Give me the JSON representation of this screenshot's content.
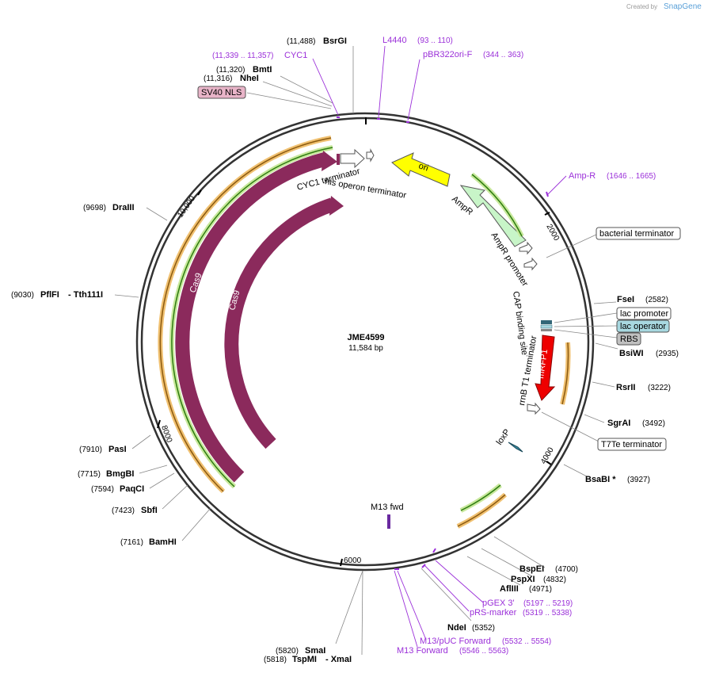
{
  "app": {
    "created_by": "Created by",
    "brand": "SnapGene"
  },
  "plasmid": {
    "name": "JME4599",
    "length_label": "11,584 bp"
  },
  "ticks": [
    "2000",
    "4000",
    "6000",
    "8000",
    "10,000"
  ],
  "enzymes": [
    {
      "name": "BsrGI",
      "pos": "(11,488)"
    },
    {
      "name": "BmtI",
      "pos": "(11,320)"
    },
    {
      "name": "NheI",
      "pos": "(11,316)"
    },
    {
      "name": "DraIII",
      "pos": "(9698)"
    },
    {
      "name": "PflFI",
      "extra": "- Tth111I",
      "pos": "(9030)"
    },
    {
      "name": "PasI",
      "pos": "(7910)"
    },
    {
      "name": "BmgBI",
      "pos": "(7715)"
    },
    {
      "name": "PaqCI",
      "pos": "(7594)"
    },
    {
      "name": "SbfI",
      "pos": "(7423)"
    },
    {
      "name": "BamHI",
      "pos": "(7161)"
    },
    {
      "name": "SmaI",
      "pos": "(5820)"
    },
    {
      "name": "TspMI",
      "extra": "- XmaI",
      "pos": "(5818)"
    },
    {
      "name": "NdeI",
      "pos": "(5352)"
    },
    {
      "name": "AflIII",
      "pos": "(4971)"
    },
    {
      "name": "PspXI",
      "pos": "(4832)"
    },
    {
      "name": "BspEI",
      "pos": "(4700)"
    },
    {
      "name": "BsaBI *",
      "pos": "(3927)"
    },
    {
      "name": "SgrAI",
      "pos": "(3492)"
    },
    {
      "name": "RsrII",
      "pos": "(3222)"
    },
    {
      "name": "BsiWI",
      "pos": "(2935)"
    },
    {
      "name": "FseI",
      "pos": "(2582)"
    }
  ],
  "primers": [
    {
      "name": "CYC1",
      "pos": "(11,339 .. 11,357)"
    },
    {
      "name": "L4440",
      "pos": "(93 .. 110)"
    },
    {
      "name": "pBR322ori-F",
      "pos": "(344 .. 363)"
    },
    {
      "name": "Amp-R",
      "pos": "(1646 .. 1665)"
    },
    {
      "name": "pGEX 3'",
      "pos": "(5197 .. 5219)"
    },
    {
      "name": "pRS-marker",
      "pos": "(5319 .. 5338)"
    },
    {
      "name": "M13/pUC Forward",
      "pos": "(5532 .. 5554)"
    },
    {
      "name": "M13 Forward",
      "pos": "(5546 .. 5563)"
    }
  ],
  "boxed_features": [
    {
      "name": "SV40 NLS",
      "fill": "#e8b4c8"
    },
    {
      "name": "bacterial terminator",
      "fill": "#ffffff"
    },
    {
      "name": "lac promoter",
      "fill": "#ffffff"
    },
    {
      "name": "lac operator",
      "fill": "#a8d8e0"
    },
    {
      "name": "RBS",
      "fill": "#c0c0c0"
    },
    {
      "name": "T7Te terminator",
      "fill": "#ffffff"
    }
  ],
  "features": {
    "cyc1_term": "CYC1 terminator",
    "his_term": "his operon terminator",
    "ori": "ori",
    "ampr": "AmpR",
    "ampr_prom": "AmpR promoter",
    "cap": "CAP binding site",
    "mrfp1": "mRFP1",
    "rrnb": "rrnB T1 terminator",
    "loxp": "loxP",
    "m13fwd": "M13 fwd",
    "cas9_outer": "Cas9",
    "cas9_inner": "Cas9"
  },
  "colors": {
    "cas9": "#8b2a5c",
    "ori": "#ffff00",
    "ampr": "#c8f5c8",
    "mrfp1": "#ee0000",
    "orf_orange": "#f0c070",
    "orf_green": "#5aa02c",
    "primer": "#9b30d9",
    "backbone": "#333333"
  }
}
